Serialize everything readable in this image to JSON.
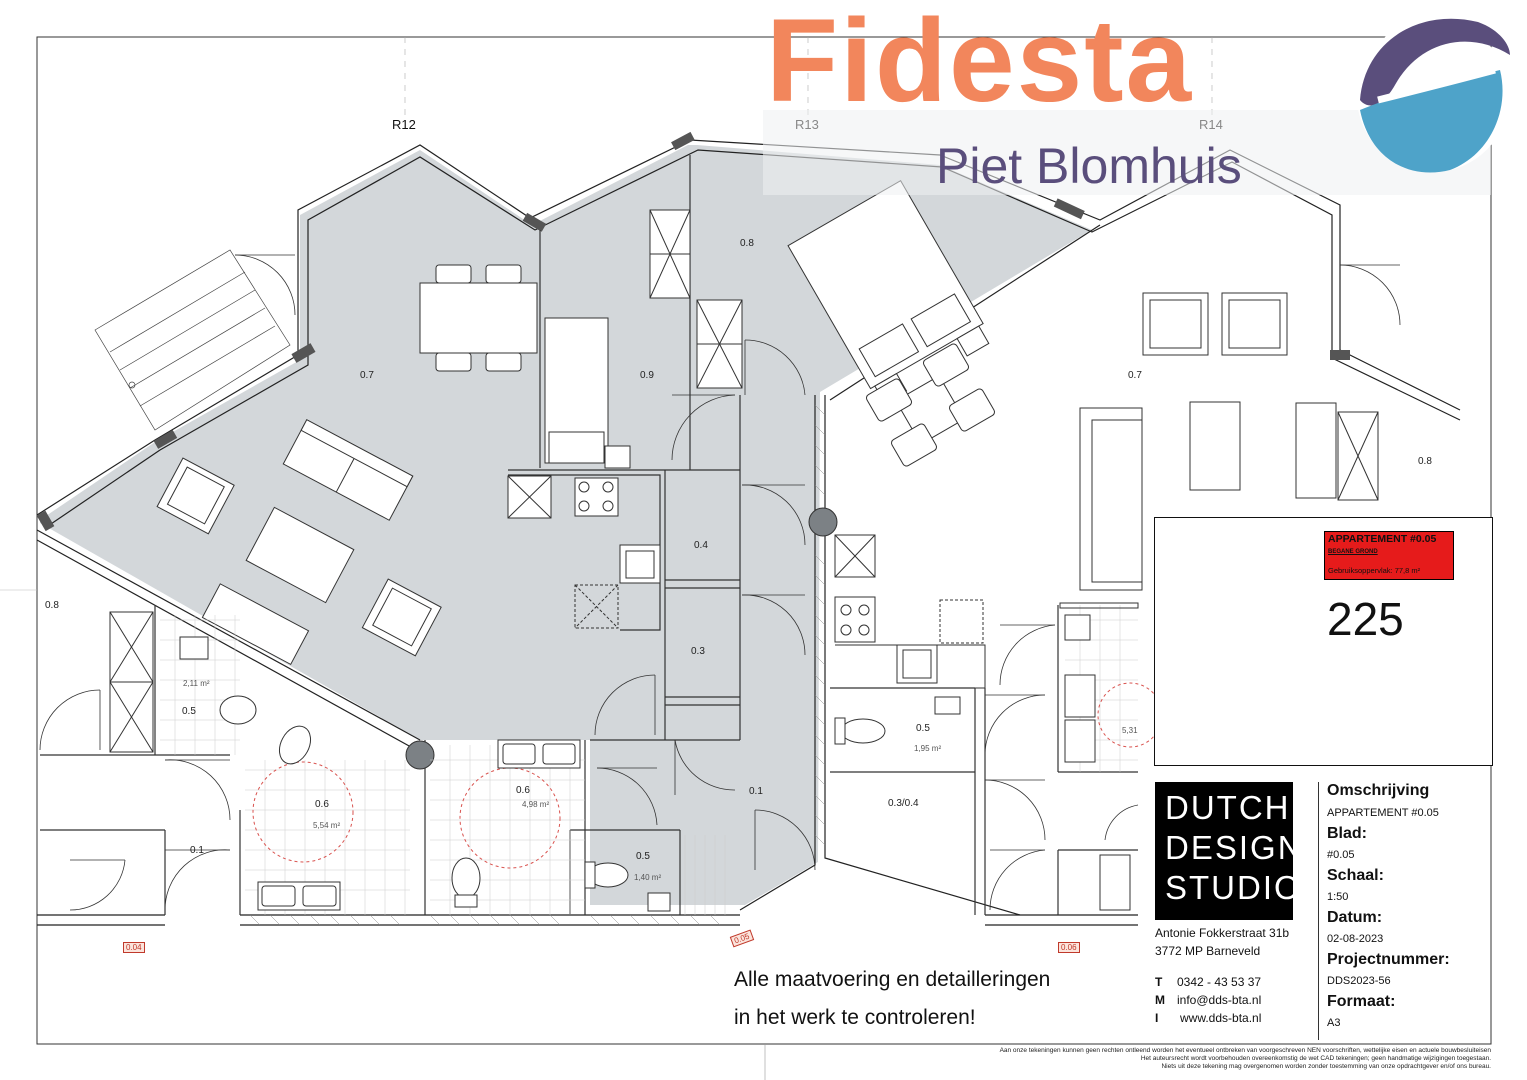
{
  "brand": {
    "name": "Fidesta",
    "subname": "Piet Blomhuis",
    "colors": {
      "orange": "#f2865c",
      "purple": "#5a4e7c",
      "blue": "#4ea3c9"
    }
  },
  "grid_labels": [
    "R12",
    "R13",
    "R14"
  ],
  "rooms": {
    "r07a": "0.7",
    "r09": "0.9",
    "r08a": "0.8",
    "r07b": "0.7",
    "r08b": "0.8",
    "r04": "0.4",
    "r03": "0.3",
    "r08c": "0.8",
    "r05a": "0.5",
    "r06a": "0.6",
    "r06b": "0.6",
    "r01a": "0.1",
    "r05b": "0.5",
    "r01b": "0.1",
    "r05c": "0.5",
    "r0304": "0.3/0.4"
  },
  "areas": {
    "a05a": "2,11 m²",
    "a06a": "5,54 m²",
    "a06b": "4,98 m²",
    "a05b": "1,40 m²",
    "a05c": "1,95 m²",
    "a_cut": "5,31"
  },
  "grid_tags": {
    "t1": "0.04",
    "t2": "0.05",
    "t3": "0.06"
  },
  "key_plan": {
    "apartment_title": "APPARTEMENT #0.05",
    "floor": "BEGANE GROND",
    "area_text": "Gebruiksoppervlak: 77,8 m²",
    "number": "225",
    "highlight_color": "#e61b1b"
  },
  "studio": {
    "line1": "DUTCH",
    "line2": "DESIGN",
    "line3": "STUDIO",
    "address1": "Antonie Fokkerstraat 31b",
    "address2": "3772 MP Barneveld",
    "phone_label": "T",
    "phone": "0342 - 43 53 37",
    "mail_label": "M",
    "mail": "info@dds-bta.nl",
    "web_label": "I",
    "web": "www.dds-bta.nl"
  },
  "info": {
    "omschrijving_label": "Omschrijving",
    "omschrijving": "APPARTEMENT #0.05",
    "blad_label": "Blad:",
    "blad": "#0.05",
    "schaal_label": "Schaal:",
    "schaal": "1:50",
    "datum_label": "Datum:",
    "datum": "02-08-2023",
    "project_label": "Projectnummer:",
    "project": "DDS2023-56",
    "formaat_label": "Formaat:",
    "formaat": "A3"
  },
  "notice": {
    "line1": "Alle maatvoering en detailleringen",
    "line2": "in het werk te controleren!"
  },
  "fineprint": {
    "line1": "Aan onze tekeningen kunnen geen rechten ontleend worden het eventueel ontbreken van voorgeschreven NEN voorschriften, wettelijke eisen en actuele bouwbesluiteisen",
    "line2": "Het auteursrecht wordt voorbehouden overeenkomstig de wet CAD tekeningen; geen handmatige wijzigingen toegestaan.",
    "line3": "Niets uit deze tekening mag overgenomen worden zonder toestemming van onze opdrachtgever en/of ons bureau."
  }
}
